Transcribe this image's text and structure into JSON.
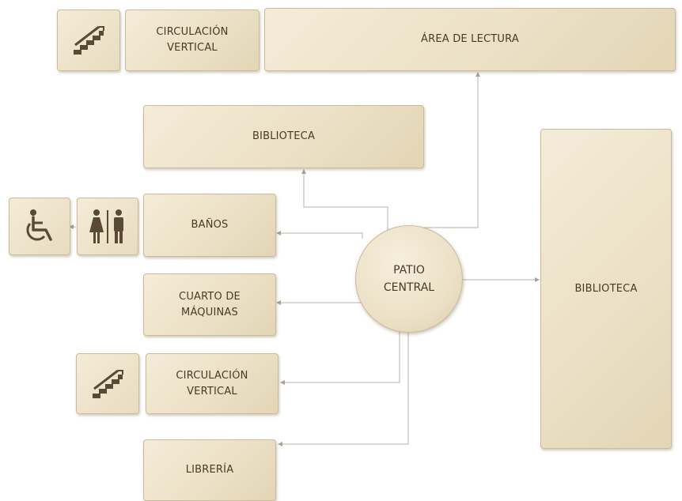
{
  "nodes": {
    "circulacion_vertical_top": "CIRCULACIÓN\nVERTICAL",
    "area_de_lectura": "ÁREA DE LECTURA",
    "biblioteca_top": "BIBLIOTECA",
    "banos": "BAÑOS",
    "cuarto_de_maquinas": "CUARTO DE\nMÁQUINAS",
    "circulacion_vertical_bottom": "CIRCULACIÓN\nVERTICAL",
    "libreria": "LIBRERÍA",
    "patio_central": "PATIO\nCENTRAL",
    "biblioteca_right": "BIBLIOTECA"
  },
  "icons": {
    "stairs_top": "stairs-icon",
    "wheelchair": "wheelchair-icon",
    "restroom": "restroom-icon",
    "stairs_bottom": "stairs-icon"
  },
  "colors": {
    "box_fill": "#ece1c7",
    "box_border": "#c9bb9c",
    "text": "#4a3a25",
    "icon": "#5a4a35",
    "connector": "#b8b0a4"
  }
}
